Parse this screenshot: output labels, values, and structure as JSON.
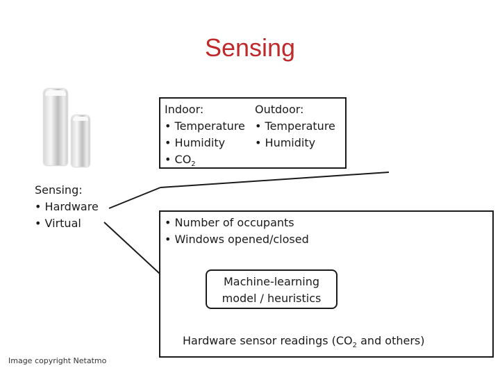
{
  "title": "Sensing",
  "sensing_callout": {
    "heading": "Sensing:",
    "items": [
      "Hardware",
      "Virtual"
    ]
  },
  "indoor": {
    "heading": "Indoor:",
    "items": [
      "Temperature",
      "Humidity",
      "CO"
    ],
    "co2_subscript": "2"
  },
  "outdoor": {
    "heading": "Outdoor:",
    "items": [
      "Temperature",
      "Humidity"
    ]
  },
  "virtual": {
    "items": [
      "Number of occupants",
      "Windows opened/closed"
    ]
  },
  "ml_model": {
    "line1": "Machine-learning",
    "line2": "model / heuristics"
  },
  "hardware_readings": {
    "prefix": "Hardware sensor readings (CO",
    "subscript": "2",
    "suffix": " and others)"
  },
  "copyright": "Image copyright Netatmo",
  "colors": {
    "title": "#c0292b",
    "arrow": "#1f2fbf"
  },
  "bullet": "•"
}
